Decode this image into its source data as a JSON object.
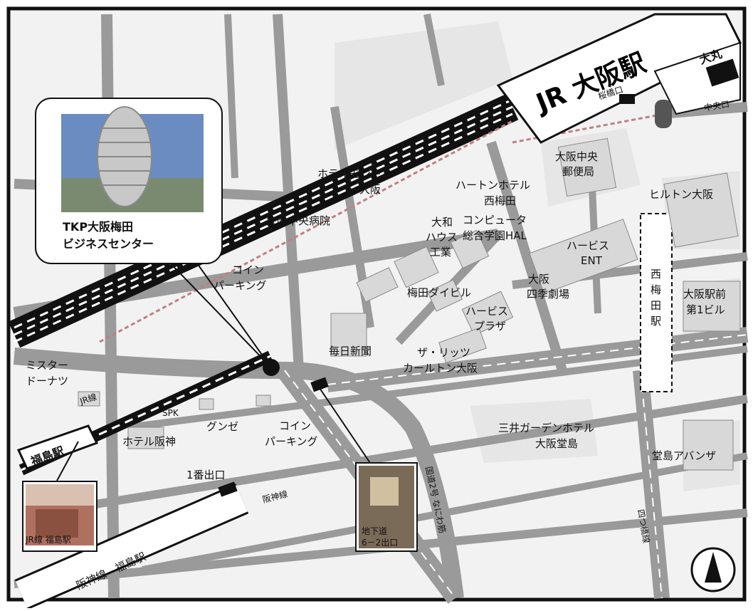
{
  "station_jr_osaka": "JR 大阪駅",
  "daimaru": "大丸",
  "sakurabashi_exit": "桜橋口",
  "central_exit": "中央口",
  "post_office": [
    "大阪中央",
    "郵便局"
  ],
  "hotel_monterey": [
    "ホテルモントレ",
    "大阪"
  ],
  "herton_hotel": [
    "ハートンホテル",
    "西梅田"
  ],
  "hilton": "ヒルトン大阪",
  "daiwa_house": [
    "大和",
    "ハウス",
    "工業"
  ],
  "computer_school": [
    "コンピュータ",
    "総合学園HAL"
  ],
  "herbis_ent": [
    "ハービス",
    "ENT"
  ],
  "central_hospital": "大阪中央病院",
  "coin_parking_north": [
    "コイン",
    "パーキング"
  ],
  "umeda_daibiru": "梅田ダイビル",
  "shiki_theater": [
    "大阪",
    "四季劇場"
  ],
  "nishi_umeda_station": [
    "西",
    "梅",
    "田",
    "駅"
  ],
  "ekimae_building": [
    "大阪駅前",
    "第1ビル"
  ],
  "herbis_plaza": [
    "ハービス",
    "プラザ"
  ],
  "mainichi": "毎日新聞",
  "ritz_carlton": [
    "ザ・リッツ",
    "カールトン大阪"
  ],
  "tkp_center": [
    "TKP大阪梅田",
    "ビジネスセンター"
  ],
  "mister_donut": [
    "ミスター",
    "ドーナツ"
  ],
  "jr_line": "JR線",
  "spk": "SPK",
  "gunze": "グンゼ",
  "coin_parking_south": [
    "コイン",
    "パーキング"
  ],
  "fukushima_station": "福島駅",
  "hotel_hanshin": "ホテル阪神",
  "exit_1": "1番出口",
  "mitsui_garden": [
    "三井ガーデンホテル",
    "大阪堂島"
  ],
  "dojima_avanza": "堂島アバンザ",
  "hanshin_line": "阪神線",
  "hanshin_fukushima": "阪神線　福島駅",
  "underground_exit": [
    "地下道",
    "6－2出口"
  ],
  "photo_fukushima_caption": "JR線 福島駅",
  "naniwasuji": "国道2号 なにわ筋",
  "yotsubashi": "四つ橋線",
  "colors": {
    "road": "#9a9a9a",
    "block": "#e8e8e8",
    "building": "#d0d0d0",
    "rail": "#111111",
    "accent": "#c08080"
  }
}
